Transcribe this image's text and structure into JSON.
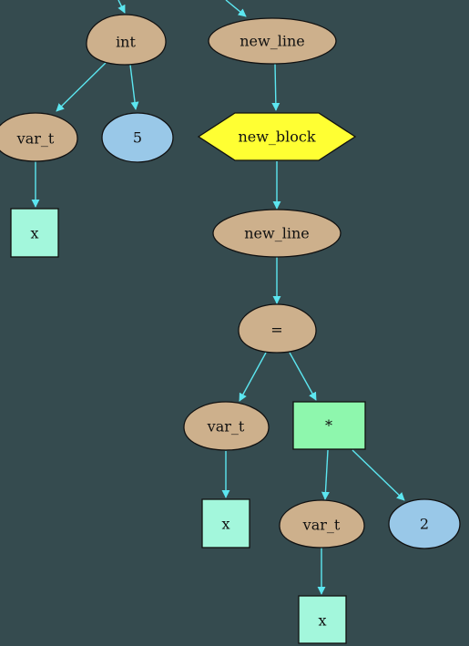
{
  "colors": {
    "background": "#354b4f",
    "edge": "#5ce6f0",
    "keyword_node": "#cdb08c",
    "number_node": "#99c8e8",
    "identifier_node": "#a3f7dc",
    "operator_node": "#8ef7ad",
    "block_node": "#ffff33"
  },
  "nodes": {
    "int": "int",
    "var_t_left": "var_t",
    "five": "5",
    "x_left": "x",
    "new_line_top": "new_line",
    "new_block": "new_block",
    "new_line_mid": "new_line",
    "assign": "=",
    "var_t_a": "var_t",
    "x_a": "x",
    "mul": "*",
    "var_t_b": "var_t",
    "two": "2",
    "x_b": "x"
  }
}
